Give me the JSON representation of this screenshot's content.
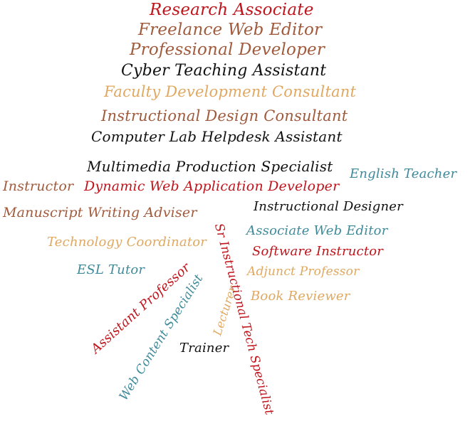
{
  "colors": {
    "red": "#c0141c",
    "brown": "#a05a3c",
    "black": "#111111",
    "tan": "#e0a860",
    "teal": "#3f8a9a"
  },
  "words": [
    {
      "id": "research-associate",
      "text": "Research Associate",
      "color": "red"
    },
    {
      "id": "freelance-web-editor",
      "text": "Freelance Web Editor",
      "color": "brown"
    },
    {
      "id": "professional-developer",
      "text": "Professional Developer",
      "color": "brown"
    },
    {
      "id": "cyber-teaching-assistant",
      "text": "Cyber Teaching Assistant",
      "color": "black"
    },
    {
      "id": "faculty-development-consultant",
      "text": "Faculty Development Consultant",
      "color": "tan"
    },
    {
      "id": "instructional-design-consultant",
      "text": "Instructional Design Consultant",
      "color": "brown"
    },
    {
      "id": "computer-lab-helpdesk-assistant",
      "text": "Computer Lab Helpdesk Assistant",
      "color": "black"
    },
    {
      "id": "multimedia-production-specialist",
      "text": "Multimedia Production Specialist",
      "color": "black"
    },
    {
      "id": "english-teacher",
      "text": "English Teacher",
      "color": "teal"
    },
    {
      "id": "instructor",
      "text": "Instructor",
      "color": "brown"
    },
    {
      "id": "dynamic-web-application-developer",
      "text": "Dynamic Web Application Developer",
      "color": "red"
    },
    {
      "id": "manuscript-writing-adviser",
      "text": "Manuscript Writing Adviser",
      "color": "brown"
    },
    {
      "id": "instructional-designer",
      "text": "Instructional Designer",
      "color": "black"
    },
    {
      "id": "associate-web-editor",
      "text": "Associate Web Editor",
      "color": "teal"
    },
    {
      "id": "technology-coordinator",
      "text": "Technology Coordinator",
      "color": "tan"
    },
    {
      "id": "software-instructor",
      "text": "Software Instructor",
      "color": "red"
    },
    {
      "id": "esl-tutor",
      "text": "ESL Tutor",
      "color": "teal"
    },
    {
      "id": "adjunct-professor",
      "text": "Adjunct Professor",
      "color": "tan"
    },
    {
      "id": "book-reviewer",
      "text": "Book Reviewer",
      "color": "tan"
    },
    {
      "id": "assistant-professor",
      "text": "Assistant Professor",
      "color": "red"
    },
    {
      "id": "web-content-specialist",
      "text": "Web Content Specialist",
      "color": "teal"
    },
    {
      "id": "lecturer",
      "text": "Lecturer",
      "color": "tan"
    },
    {
      "id": "trainer",
      "text": "Trainer",
      "color": "black"
    },
    {
      "id": "sr-instructional-tech-specialist",
      "text": "Sr Instructional Tech Specialist",
      "color": "red"
    }
  ]
}
